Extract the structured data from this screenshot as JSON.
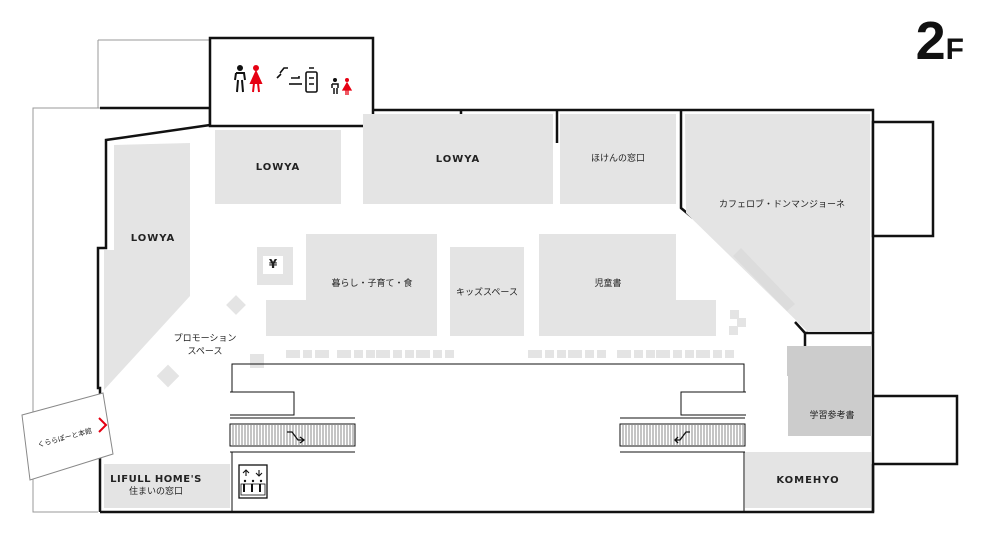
{
  "floor": {
    "number": "2",
    "suffix": "F"
  },
  "shops": {
    "lowya_left": "LOWYA",
    "lowya_top_left": "LOWYA",
    "lowya_top_center": "LOWYA",
    "hoken": "ほけんの窓口",
    "cafe": "カフェロブ・ドンマンジョーネ",
    "kurashi": "暮らし・子育て・食",
    "kids_space": "キッズスペース",
    "jidousho": "児童書",
    "promotion_line1": "プロモーション",
    "promotion_line2": "スペース",
    "gakushu": "学習参考書",
    "komehyo": "KOMEHYO",
    "lifull_line1": "LIFULL HOME'S",
    "lifull_line2": "住まいの窓口"
  },
  "signs": {
    "to_main_building": "くららぽーと本館",
    "yen": "¥"
  },
  "icons": [
    "restroom-icon",
    "baby-care-icon",
    "kids-restroom-icon",
    "atm-icon",
    "escalator-up-icon",
    "escalator-down-icon",
    "elevator-icon",
    "arrow-right-icon"
  ],
  "colors": {
    "shop_fill": "#e4e4e4",
    "dark_shop_fill": "#cccccc",
    "wall": "#111111",
    "accent_red": "#e60012"
  }
}
